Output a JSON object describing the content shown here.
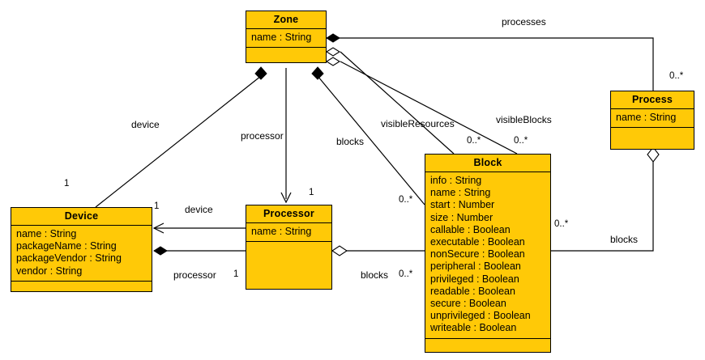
{
  "diagram": {
    "title": "UML class diagram",
    "accent_color": "#FFC907",
    "line_color": "#000000",
    "background_color": "#ffffff"
  },
  "classes": [
    {
      "id": "zone",
      "name": "Zone",
      "attributes": [
        "name : String"
      ],
      "operations": []
    },
    {
      "id": "process",
      "name": "Process",
      "attributes": [
        "name : String"
      ],
      "operations": []
    },
    {
      "id": "device",
      "name": "Device",
      "attributes": [
        "name : String",
        "packageName : String",
        "packageVendor : String",
        "vendor : String"
      ],
      "operations": []
    },
    {
      "id": "processor",
      "name": "Processor",
      "attributes": [
        "name : String"
      ],
      "operations": []
    },
    {
      "id": "block",
      "name": "Block",
      "attributes": [
        "info : String",
        "name : String",
        "start : Number",
        "size : Number",
        "callable : Boolean",
        "executable : Boolean",
        "nonSecure : Boolean",
        "peripheral : Boolean",
        "privileged : Boolean",
        "readable : Boolean",
        "secure : Boolean",
        "unprivileged : Boolean",
        "writeable : Boolean"
      ],
      "operations": []
    }
  ],
  "edge_labels": [
    {
      "id": "processes",
      "text": "processes"
    },
    {
      "id": "device-zone",
      "text": "device"
    },
    {
      "id": "processor-zone",
      "text": "processor"
    },
    {
      "id": "blocks-zone",
      "text": "blocks"
    },
    {
      "id": "visible-resources",
      "text": "visibleResources"
    },
    {
      "id": "visible-blocks",
      "text": "visibleBlocks"
    },
    {
      "id": "device-processor",
      "text": "device"
    },
    {
      "id": "processor-device",
      "text": "processor"
    },
    {
      "id": "blocks-processor",
      "text": "blocks"
    },
    {
      "id": "blocks-process",
      "text": "blocks"
    }
  ],
  "multiplicities": [
    {
      "id": "process-many",
      "text": "0..*"
    },
    {
      "id": "visible-resources-many",
      "text": "0..*"
    },
    {
      "id": "visible-blocks-many",
      "text": "0..*"
    },
    {
      "id": "zone-blocks-many",
      "text": "0..*"
    },
    {
      "id": "device-one-zone",
      "text": "1"
    },
    {
      "id": "device-one-right",
      "text": "1"
    },
    {
      "id": "processor-one-zone",
      "text": "1"
    },
    {
      "id": "processor-one-device",
      "text": "1"
    },
    {
      "id": "processor-blocks-many",
      "text": "0..*"
    },
    {
      "id": "process-blocks-many",
      "text": "0..*"
    }
  ]
}
